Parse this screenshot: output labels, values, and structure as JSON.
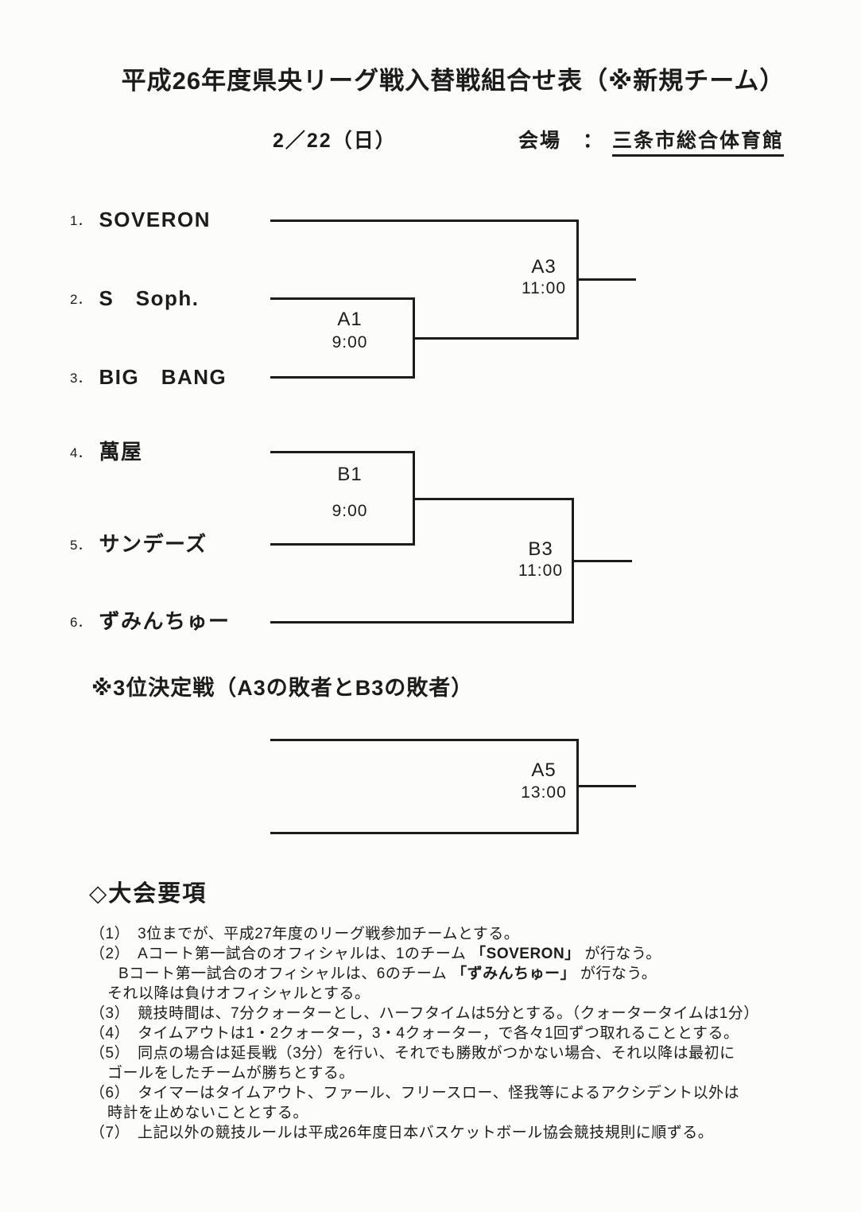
{
  "page": {
    "title": "平成26年度県央リーグ戦入替戦組合せ表（※新規チーム）",
    "date": "2／22（日）",
    "venue_label": "会場　：",
    "venue_name": "三条市総合体育館"
  },
  "teams": [
    {
      "num": "1．",
      "name": "SOVERON"
    },
    {
      "num": "2．",
      "name": "S　Soph."
    },
    {
      "num": "3．",
      "name": "BIG　BANG"
    },
    {
      "num": "4．",
      "name": "萬屋"
    },
    {
      "num": "5．",
      "name": "サンデーズ"
    },
    {
      "num": "6．",
      "name": "ずみんちゅー"
    }
  ],
  "matches": {
    "a1": {
      "label": "A1",
      "time": "9:00"
    },
    "a3": {
      "label": "A3",
      "time": "11:00"
    },
    "b1": {
      "label": "B1",
      "time": "9:00"
    },
    "b3": {
      "label": "B3",
      "time": "11:00"
    },
    "a5": {
      "label": "A5",
      "time": "13:00"
    }
  },
  "third_place_note": "※3位決定戦（A3の敗者とB3の敗者）",
  "rules": {
    "heading": "◇大会要項",
    "line1": "（1）　3位までが、平成27年度のリーグ戦参加チームとする。",
    "line2_pre": "（2）　Aコート第一試合のオフィシャルは、1のチーム ",
    "line2_team": "「SOVERON」",
    "line2_post": " が行なう。",
    "line3_pre": "Bコート第一試合のオフィシャルは、6のチーム ",
    "line3_team": "「ずみんちゅー」",
    "line3_post": " が行なう。",
    "line4": "それ以降は負けオフィシャルとする。",
    "line5": "（3）　競技時間は、7分クォーターとし、ハーフタイムは5分とする。（クォータータイムは1分）",
    "line6": "（4）　タイムアウトは1・2クォーター，3・4クォーター，で各々1回ずつ取れることとする。",
    "line7": "（5）　同点の場合は延長戦（3分）を行い、それでも勝敗がつかない場合、それ以降は最初に",
    "line8": "ゴールをしたチームが勝ちとする。",
    "line9": "（6）　タイマーはタイムアウト、ファール、フリースロー、怪我等によるアクシデント以外は",
    "line10": "時計を止めないこととする。",
    "line11": "（7）　上記以外の競技ルールは平成26年度日本バスケットボール協会競技規則に順ずる。"
  }
}
